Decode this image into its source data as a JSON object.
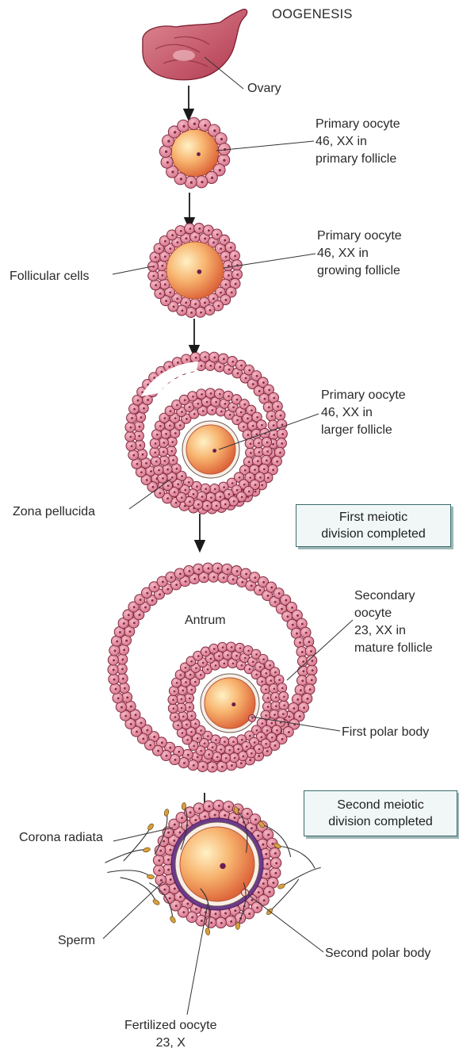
{
  "title": "OOGENESIS",
  "labels": {
    "ovary": "Ovary",
    "stage1": [
      "Primary oocyte",
      "46, XX in",
      "primary follicle"
    ],
    "stage2": [
      "Primary oocyte",
      "46, XX in",
      "growing follicle"
    ],
    "follicular_cells": "Follicular cells",
    "stage3": [
      "Primary oocyte",
      "46, XX in",
      "larger follicle"
    ],
    "zona_pellucida": "Zona pellucida",
    "antrum": "Antrum",
    "stage4": [
      "Secondary",
      "oocyte",
      "23, XX in",
      "mature follicle"
    ],
    "first_polar_body": "First polar body",
    "corona_radiata": "Corona radiata",
    "sperm": "Sperm",
    "second_polar_body": "Second polar body",
    "fertilized": [
      "Fertilized oocyte",
      "23, X"
    ]
  },
  "boxes": {
    "first_meiotic": [
      "First meiotic",
      "division completed"
    ],
    "second_meiotic": [
      "Second meiotic",
      "division completed"
    ]
  },
  "colors": {
    "cell_fill": "#d86f87",
    "cell_stroke": "#7a2238",
    "oocyte": "#f2a46a",
    "zona": "#f7eee6",
    "box_border": "#3a6a6a"
  }
}
